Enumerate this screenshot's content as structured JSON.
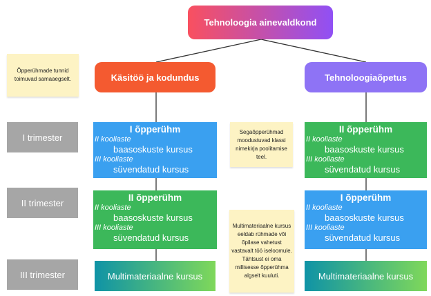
{
  "root": "Tehnoloogia ainevaldkond",
  "branches": [
    "Käsitöö ja kodundus",
    "Tehnoloogiaõpetus"
  ],
  "notes": {
    "simultaneous": "Õpperühmade tunnid toimuvad samaaegselt.",
    "mixed": "Segaõpperühmad moodustuvad klassi nimekirja poolitamise teel.",
    "multi": "Multimateriaalne kursus eeldab rühmade või õpilase vahetust vastavalt töö iseloomule. Tähtsust ei oma millisesse õpperühma algselt kuuluti."
  },
  "trimesters": [
    "I trimester",
    "II trimester",
    "III trimester"
  ],
  "groups": {
    "g1": {
      "title": "I õpperühm",
      "stage2": "II kooliaste",
      "course2": "baasoskuste kursus",
      "stage3": "III kooliaste",
      "course3": "süvendatud kursus"
    },
    "g2": {
      "title": "II õpperühm",
      "stage2": "II kooliaste",
      "course2": "baasoskuste kursus",
      "stage3": "III kooliaste",
      "course3": "süvendatud kursus"
    }
  },
  "multi_course": "Multimateriaalne kursus",
  "colors": {
    "root_start": "#f9505f",
    "root_end": "#9050f5",
    "craft": "#f45a30",
    "tech": "#8e73f5",
    "blue": "#3aa0f0",
    "green": "#3cb85a"
  }
}
